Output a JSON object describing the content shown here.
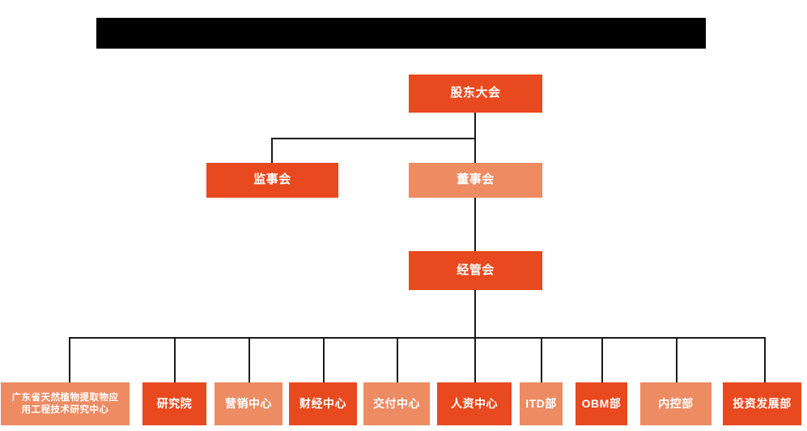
{
  "banner": {
    "name": "title-banner",
    "color": "#000000",
    "text": ""
  },
  "palette": {
    "dark_orange": "#E8491E",
    "light_orange": "#ED8B63",
    "line": "#1a1a1a",
    "background": "#ffffff",
    "text": "#ffffff"
  },
  "chart_data": {
    "type": "diagram",
    "subtype": "organization-chart",
    "title": "",
    "orientation": "top-down",
    "levels": 4,
    "nodes": [
      {
        "id": "shareholders",
        "label": "股东大会",
        "level": 1,
        "tone": "dark"
      },
      {
        "id": "supervisors",
        "label": "监事会",
        "level": 2,
        "tone": "dark"
      },
      {
        "id": "directors",
        "label": "董事会",
        "level": 2,
        "tone": "light"
      },
      {
        "id": "management",
        "label": "经管会",
        "level": 3,
        "tone": "dark"
      },
      {
        "id": "research-center",
        "label": "广东省天然植物提取物应用工程技术研究中心",
        "level": 4,
        "tone": "light"
      },
      {
        "id": "institute",
        "label": "研究院",
        "level": 4,
        "tone": "dark"
      },
      {
        "id": "marketing",
        "label": "营销中心",
        "level": 4,
        "tone": "light"
      },
      {
        "id": "finance",
        "label": "财经中心",
        "level": 4,
        "tone": "dark"
      },
      {
        "id": "delivery",
        "label": "交付中心",
        "level": 4,
        "tone": "light"
      },
      {
        "id": "hr",
        "label": "人资中心",
        "level": 4,
        "tone": "dark"
      },
      {
        "id": "itd",
        "label": "ITD部",
        "level": 4,
        "tone": "light"
      },
      {
        "id": "obm",
        "label": "OBM部",
        "level": 4,
        "tone": "dark"
      },
      {
        "id": "internal-control",
        "label": "内控部",
        "level": 4,
        "tone": "light"
      },
      {
        "id": "investment",
        "label": "投资发展部",
        "level": 4,
        "tone": "dark"
      }
    ],
    "edges": [
      {
        "from": "shareholders",
        "to": "supervisors"
      },
      {
        "from": "shareholders",
        "to": "directors"
      },
      {
        "from": "directors",
        "to": "management"
      },
      {
        "from": "management",
        "to": "research-center"
      },
      {
        "from": "management",
        "to": "institute"
      },
      {
        "from": "management",
        "to": "marketing"
      },
      {
        "from": "management",
        "to": "finance"
      },
      {
        "from": "management",
        "to": "delivery"
      },
      {
        "from": "management",
        "to": "hr"
      },
      {
        "from": "management",
        "to": "itd"
      },
      {
        "from": "management",
        "to": "obm"
      },
      {
        "from": "management",
        "to": "internal-control"
      },
      {
        "from": "management",
        "to": "investment"
      }
    ]
  },
  "nodes": {
    "shareholders": {
      "label": "股东大会"
    },
    "supervisors": {
      "label": "监事会"
    },
    "directors": {
      "label": "董事会"
    },
    "management": {
      "label": "经管会"
    },
    "research_center": {
      "label": "广东省天然植物提取物应\n用工程技术研究中心"
    },
    "institute": {
      "label": "研究院"
    },
    "marketing": {
      "label": "营销中心"
    },
    "finance": {
      "label": "财经中心"
    },
    "delivery": {
      "label": "交付中心"
    },
    "hr": {
      "label": "人资中心"
    },
    "itd": {
      "label": "ITD部"
    },
    "obm": {
      "label": "OBM部"
    },
    "internal_control": {
      "label": "内控部"
    },
    "investment": {
      "label": "投资发展部"
    }
  }
}
